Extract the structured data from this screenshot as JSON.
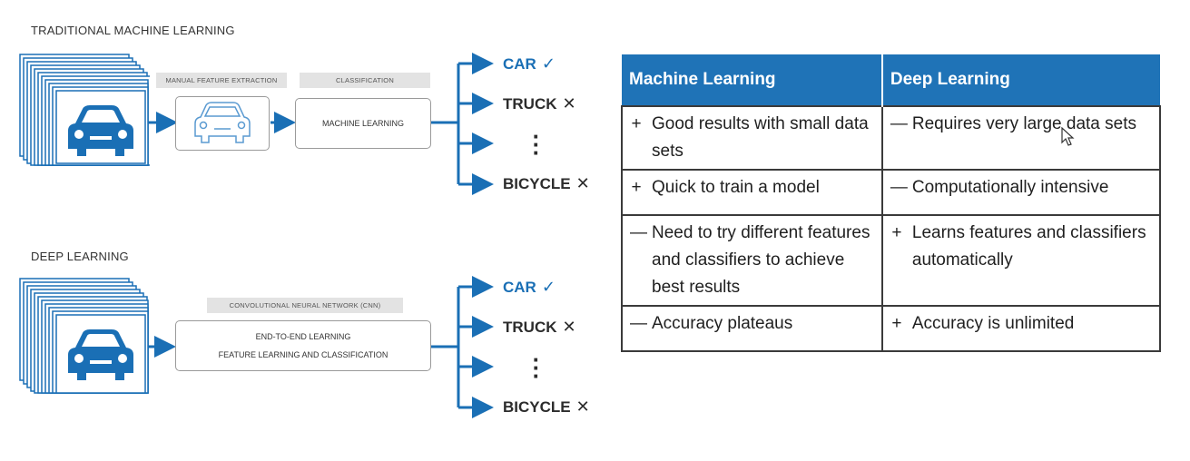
{
  "traditional": {
    "title": "TRADITIONAL MACHINE LEARNING",
    "feature_label": "MANUAL FEATURE EXTRACTION",
    "classification_label": "CLASSIFICATION",
    "ml_box": "MACHINE LEARNING",
    "outputs": [
      {
        "label": "CAR",
        "mark": "✓"
      },
      {
        "label": "TRUCK",
        "mark": "✕"
      },
      {
        "label": "BICYCLE",
        "mark": "✕"
      }
    ]
  },
  "deep": {
    "title": "DEEP LEARNING",
    "cnn_label": "CONVOLUTIONAL NEURAL NETWORK (CNN)",
    "box_line1": "END-TO-END LEARNING",
    "box_line2": "FEATURE LEARNING AND CLASSIFICATION",
    "outputs": [
      {
        "label": "CAR",
        "mark": "✓"
      },
      {
        "label": "TRUCK",
        "mark": "✕"
      },
      {
        "label": "BICYCLE",
        "mark": "✕"
      }
    ]
  },
  "table": {
    "headers": [
      "Machine Learning",
      "Deep Learning"
    ],
    "rows": [
      [
        {
          "sym": "+",
          "text": "Good results with small data sets"
        },
        {
          "sym": "—",
          "text": "Requires very large data sets"
        }
      ],
      [
        {
          "sym": "+",
          "text": "Quick to train a model"
        },
        {
          "sym": "—",
          "text": "Computationally intensive"
        }
      ],
      [
        {
          "sym": "—",
          "text": "Need to try different features and classifiers to achieve best results"
        },
        {
          "sym": "+",
          "text": "Learns features and classifiers automatically"
        }
      ],
      [
        {
          "sym": "—",
          "text": "Accuracy plateaus"
        },
        {
          "sym": "+",
          "text": "Accuracy is unlimited"
        }
      ]
    ]
  },
  "colors": {
    "accent": "#1f73b7",
    "grey_label": "#e3e3e3",
    "border": "#3a3a3a"
  },
  "icons": {
    "car": "car-icon",
    "check": "check-icon",
    "cross": "cross-icon",
    "cursor": "mouse-cursor-icon"
  }
}
